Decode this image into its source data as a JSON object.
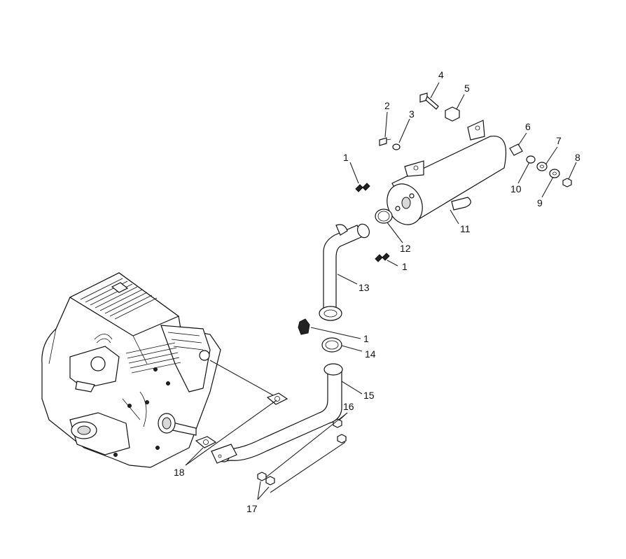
{
  "diagram": {
    "callouts": [
      {
        "id": "c1a",
        "label": "1"
      },
      {
        "id": "c1b",
        "label": "1"
      },
      {
        "id": "c1c",
        "label": "1"
      },
      {
        "id": "c2",
        "label": "2"
      },
      {
        "id": "c3",
        "label": "3"
      },
      {
        "id": "c4",
        "label": "4"
      },
      {
        "id": "c5",
        "label": "5"
      },
      {
        "id": "c6",
        "label": "6"
      },
      {
        "id": "c7",
        "label": "7"
      },
      {
        "id": "c8",
        "label": "8"
      },
      {
        "id": "c9",
        "label": "9"
      },
      {
        "id": "c10",
        "label": "10"
      },
      {
        "id": "c11",
        "label": "11"
      },
      {
        "id": "c12",
        "label": "12"
      },
      {
        "id": "c13",
        "label": "13"
      },
      {
        "id": "c14",
        "label": "14"
      },
      {
        "id": "c15",
        "label": "15"
      },
      {
        "id": "c16",
        "label": "16"
      },
      {
        "id": "c17",
        "label": "17"
      },
      {
        "id": "c18",
        "label": "18"
      }
    ]
  }
}
